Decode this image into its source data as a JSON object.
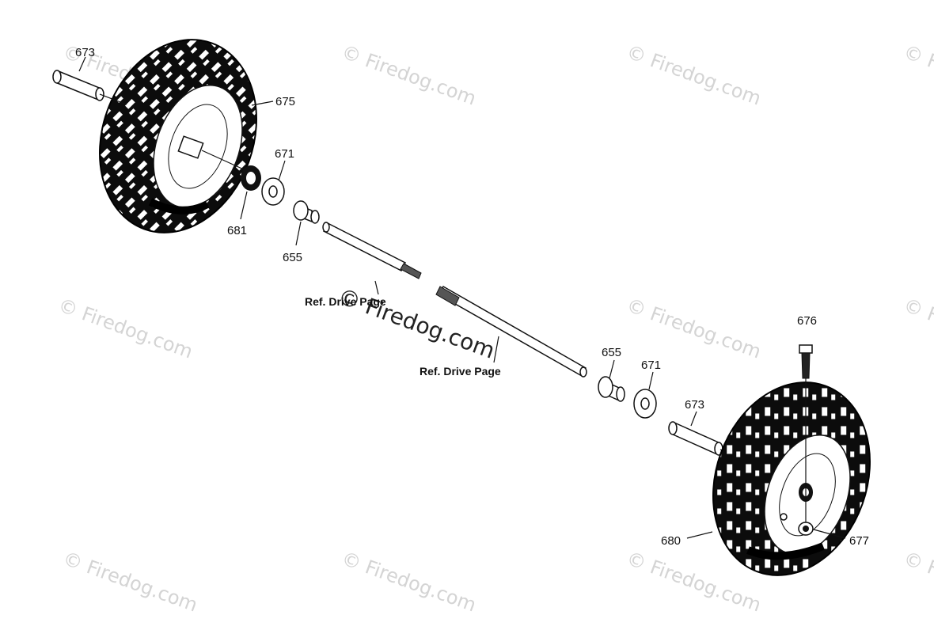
{
  "watermark": "© Firedog.com",
  "callouts": {
    "c673_top": "673",
    "c675": "675",
    "c671_top": "671",
    "c681": "681",
    "c655_top": "655",
    "c676": "676",
    "c655_bot": "655",
    "c671_bot": "671",
    "c673_bot": "673",
    "c680": "680",
    "c677": "677"
  },
  "refs": {
    "left": "Ref. Drive Page",
    "right": "Ref. Drive Page"
  }
}
